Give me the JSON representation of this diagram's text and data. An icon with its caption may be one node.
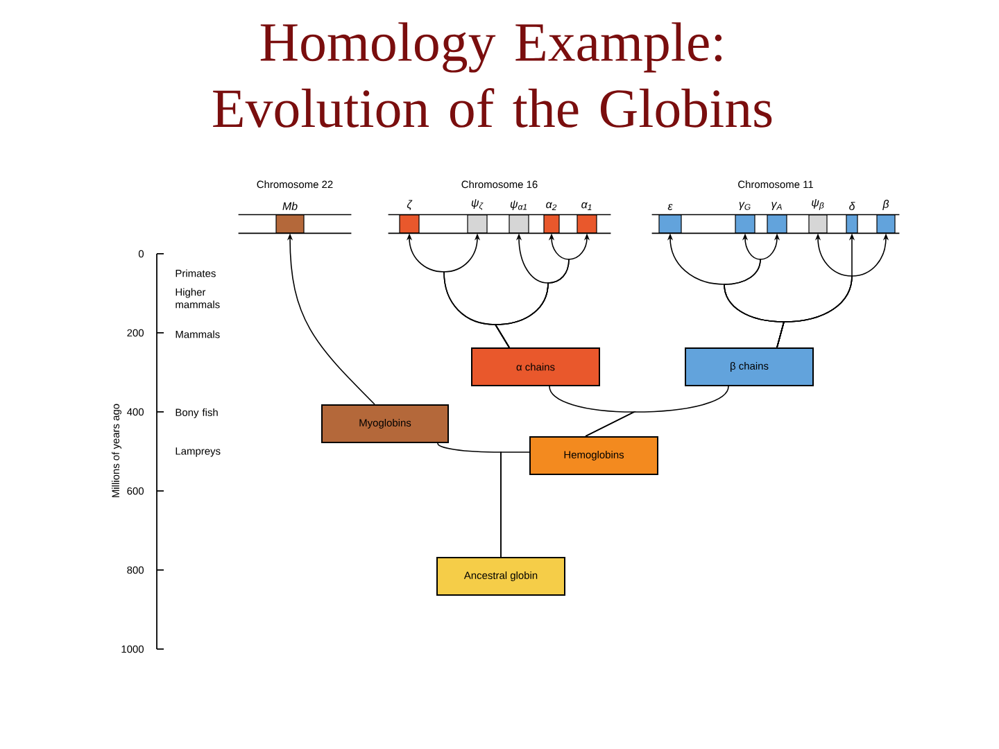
{
  "diagram": {
    "title": "Homology Example: Evolution of the Globins",
    "nodes": [
      {
        "text": [
          "Chromosome 22"
        ]
      },
      {
        "text": [
          "Mb"
        ],
        "in": 0
      },
      {
        "text": [
          "Chromosome 16"
        ]
      },
      {
        "text": [
          "ζ"
        ],
        "in": 2
      },
      {
        "text": [
          "ψ$_{ζ}$"
        ],
        "in": 2
      },
      {
        "text": [
          "ψ$_{α1}$"
        ],
        "in": 2
      },
      {
        "text": [
          "α$_{2}$"
        ],
        "in": 2
      },
      {
        "text": [
          "α$_{1}$"
        ],
        "in": 2
      },
      {
        "text": [
          "Chromosome 11"
        ]
      },
      {
        "text": [
          "ε"
        ],
        "in": 8
      },
      {
        "text": [
          "γ$_{G}$"
        ],
        "in": 8
      },
      {
        "text": [
          "γ$_{A}$"
        ],
        "in": 8
      },
      {
        "text": [
          "ψ$_{β}$"
        ],
        "in": 8
      },
      {
        "text": [
          "δ"
        ],
        "in": 8
      },
      {
        "text": [
          "β"
        ],
        "in": 8
      },
      {
        "text": [
          "α chains"
        ]
      },
      {
        "text": [
          "β chains"
        ]
      },
      {
        "text": [
          "Myoglobins"
        ]
      },
      {
        "text": [
          "Hemoglobins"
        ]
      },
      {
        "text": [
          "Ancestral globin"
        ]
      }
    ],
    "edges": [
      {
        "from": 19,
        "to": 17,
        "arrow": "none"
      },
      {
        "from": 19,
        "to": 18,
        "arrow": "none"
      },
      {
        "from": 18,
        "to": 15,
        "arrow": "none"
      },
      {
        "from": 18,
        "to": 16,
        "arrow": "none"
      },
      {
        "from": 17,
        "to": 1,
        "arrow": "to"
      },
      {
        "from": 15,
        "to": 3,
        "arrow": "to"
      },
      {
        "from": 15,
        "to": 4,
        "arrow": "to"
      },
      {
        "from": 15,
        "to": 5,
        "arrow": "to"
      },
      {
        "from": 15,
        "to": 6,
        "arrow": "to"
      },
      {
        "from": 15,
        "to": 7,
        "arrow": "to"
      },
      {
        "from": 16,
        "to": 9,
        "arrow": "to"
      },
      {
        "from": 16,
        "to": 10,
        "arrow": "to"
      },
      {
        "from": 16,
        "to": 11,
        "arrow": "to"
      },
      {
        "from": 16,
        "to": 12,
        "arrow": "to"
      },
      {
        "from": 16,
        "to": 13,
        "arrow": "to"
      },
      {
        "from": 16,
        "to": 14,
        "arrow": "to"
      }
    ],
    "labels": [
      "0",
      "200",
      "400",
      "600",
      "800",
      "1000",
      "Millions of years ago",
      "Primates",
      "Higher mammals",
      "Mammals",
      "Bony fish",
      "Lampreys"
    ]
  }
}
